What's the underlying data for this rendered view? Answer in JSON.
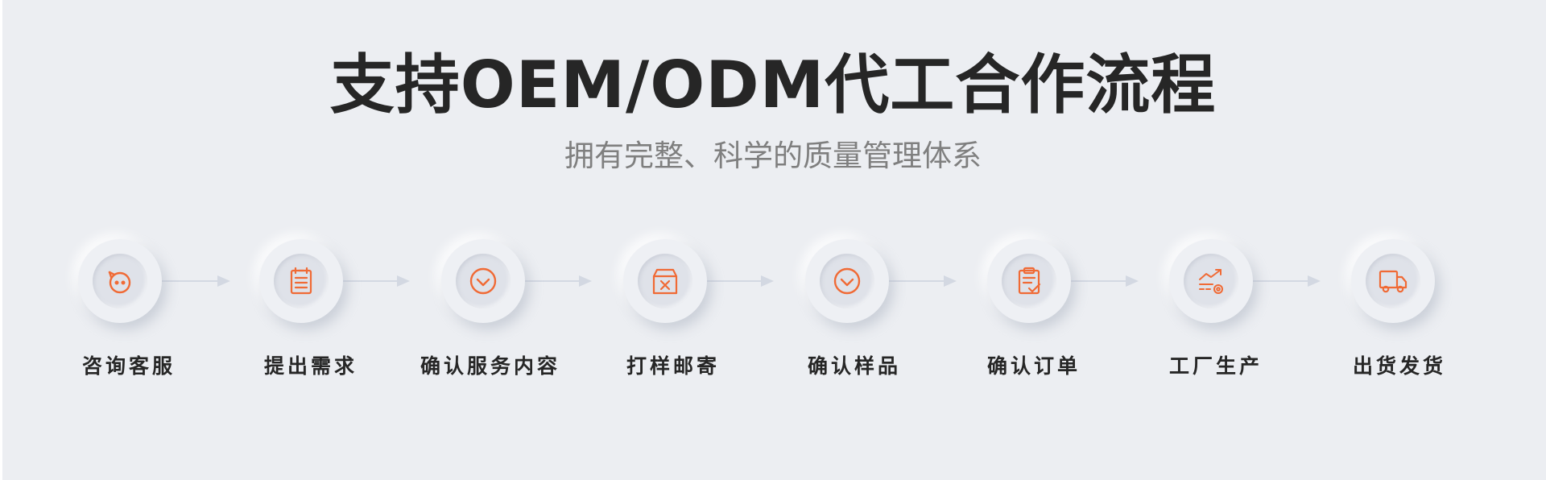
{
  "header": {
    "title": "支持OEM/ODM代工合作流程",
    "subtitle": "拥有完整、科学的质量管理体系"
  },
  "accent_color": "#f06a35",
  "steps": [
    {
      "label": "咨询客服",
      "icon": "customer-service-icon"
    },
    {
      "label": "提出需求",
      "icon": "notepad-icon"
    },
    {
      "label": "确认服务内容",
      "icon": "check-circle-icon"
    },
    {
      "label": "打样邮寄",
      "icon": "package-box-icon"
    },
    {
      "label": "确认样品",
      "icon": "check-circle-icon"
    },
    {
      "label": "确认订单",
      "icon": "clipboard-check-icon"
    },
    {
      "label": "工厂生产",
      "icon": "factory-production-icon"
    },
    {
      "label": "出货发货",
      "icon": "delivery-truck-icon"
    }
  ]
}
